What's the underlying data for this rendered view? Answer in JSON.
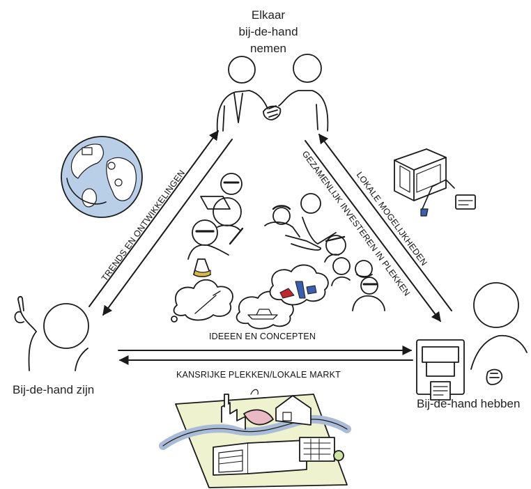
{
  "nodes": {
    "top": [
      "Elkaar",
      "bij-de-hand",
      "nemen"
    ],
    "left": "Bij-de-hand zijn",
    "right": "Bij-de-hand hebben"
  },
  "flows": {
    "left_up": "TRENDS EN ONTWIKKELINGEN",
    "right_inner": "GEZAMENLIJK INVESTEREN IN PLEKKEN",
    "right_outer": "LOKALE MOGELIJKHEDEN",
    "bottom_top": "IDEEEN EN CONCEPTEN",
    "bottom_bottom": "KANSRIJKE PLEKKEN/LOKALE MARKT"
  },
  "colors": {
    "stroke": "#1a1a1a",
    "globe_water": "#b9cfe8",
    "globe_land": "#ffffff",
    "map_ground": "#eef2cf",
    "map_river": "#aabbd8",
    "map_pink": "#e9b9c4",
    "map_green": "#cfe3a6",
    "shoe_blue": "#3a5fb0",
    "shoe_red": "#c0282e",
    "flask_liquid": "#d8b94a"
  }
}
